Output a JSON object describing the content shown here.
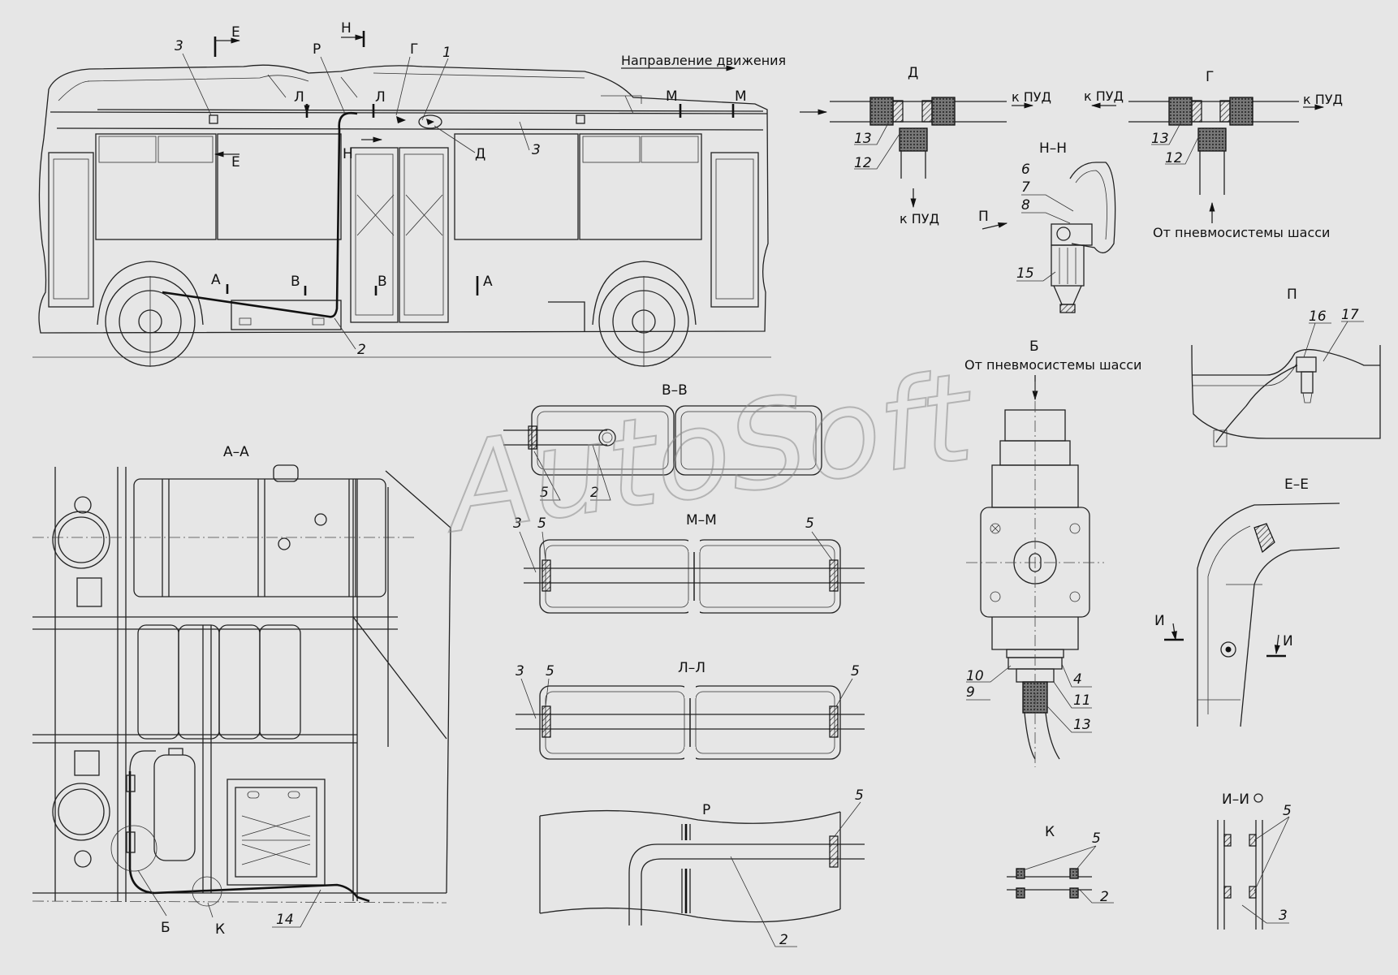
{
  "watermark": "AutoSoft",
  "direction_label": "Направление движения",
  "bus_view": {
    "callouts": [
      "3",
      "1",
      "3",
      "2"
    ],
    "section_marks": [
      "Е",
      "Н",
      "Р",
      "Г",
      "Л",
      "Л",
      "М",
      "М",
      "Е",
      "Д",
      "Н",
      "А",
      "В",
      "В",
      "А"
    ]
  },
  "view_d": {
    "title": "Д",
    "right": "к ПУД",
    "down": "к ПУД",
    "callouts": [
      "13",
      "12"
    ]
  },
  "view_g": {
    "title": "Г",
    "left": "к ПУД",
    "right": "к ПУД",
    "bottom": "От пневмосистемы шасси",
    "callouts": [
      "13",
      "12"
    ]
  },
  "view_nn": {
    "title": "Н–Н",
    "arrow": "П",
    "callouts": [
      "6",
      "7",
      "8",
      "15"
    ]
  },
  "view_p": {
    "title": "П",
    "callouts": [
      "16",
      "17"
    ]
  },
  "view_b": {
    "title": "Б",
    "subtitle": "От пневмосистемы шасси",
    "callouts": [
      "10",
      "9",
      "4",
      "11",
      "13"
    ]
  },
  "view_aa": {
    "title": "А–А",
    "callouts": [
      "Б",
      "К",
      "14"
    ]
  },
  "view_vv": {
    "title": "В–В",
    "callouts": [
      "5",
      "2"
    ]
  },
  "view_mm": {
    "title": "М–М",
    "callouts": [
      "3",
      "5",
      "5"
    ]
  },
  "view_ll": {
    "title": "Л–Л",
    "callouts": [
      "3",
      "5",
      "5"
    ]
  },
  "view_r": {
    "title": "Р",
    "callouts": [
      "5",
      "2"
    ]
  },
  "view_k": {
    "title": "К",
    "callouts": [
      "5",
      "2"
    ]
  },
  "view_ee": {
    "title": "Е–Е",
    "marks": [
      "И",
      "И"
    ]
  },
  "view_ii": {
    "title": "И–И",
    "callouts": [
      "5",
      "3"
    ]
  }
}
